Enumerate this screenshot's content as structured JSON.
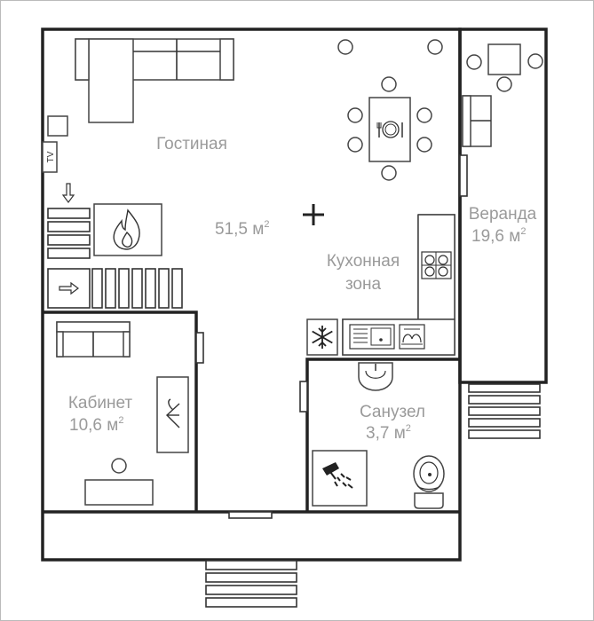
{
  "colors": {
    "walls": "#222222",
    "labels": "#9a9a9a",
    "background": "#ffffff",
    "frame": "#bbbbbb"
  },
  "rooms": {
    "living": {
      "name": "Гостиная",
      "area": "51,5 м",
      "unit_sup": "2"
    },
    "kitchen": {
      "name_line1": "Кухонная",
      "name_line2": "зона"
    },
    "veranda": {
      "name": "Веранда",
      "area": "19,6 м",
      "unit_sup": "2"
    },
    "office": {
      "name": "Кабинет",
      "area": "10,6 м",
      "unit_sup": "2"
    },
    "bathroom": {
      "name": "Санузел",
      "area": "3,7 м",
      "unit_sup": "2"
    }
  },
  "labels": {
    "tv": "TV"
  },
  "icons": {
    "fireplace": "fire-icon",
    "fridge": "snowflake-icon",
    "stove": "stove-icon",
    "sink": "kitchen-sink-icon",
    "dishwasher": "dishwasher-icon",
    "shower": "shower-icon",
    "toilet": "toilet-icon",
    "hanger": "hanger-icon",
    "plate": "plate-cutlery-icon",
    "compass": "plus-marker-icon"
  }
}
